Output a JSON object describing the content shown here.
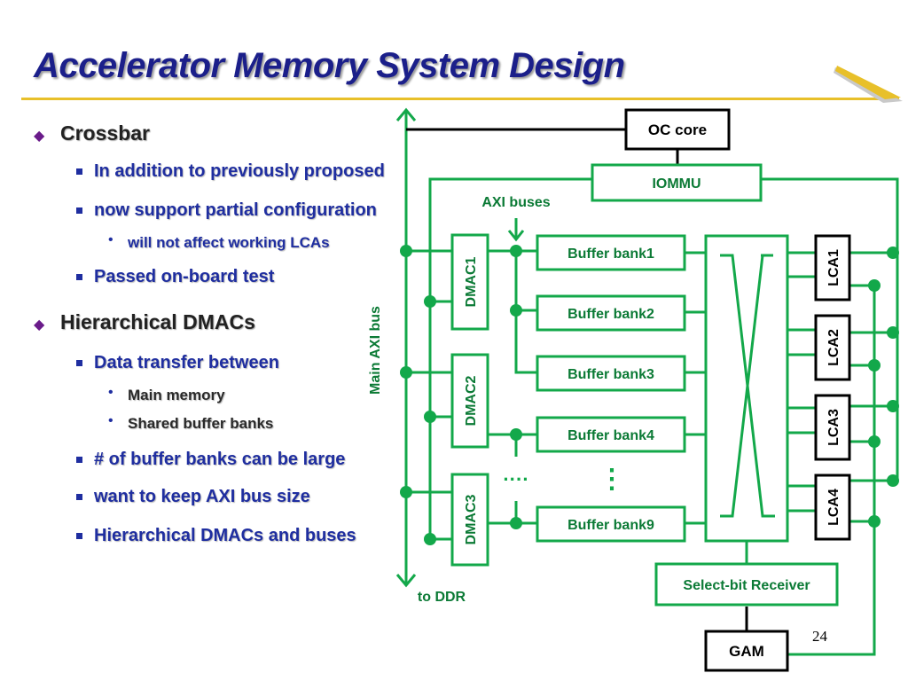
{
  "slide": {
    "title": "Accelerator Memory System Design",
    "page_number": "24"
  },
  "bullets": [
    {
      "level": 1,
      "text": "Crossbar"
    },
    {
      "level": 2,
      "text": "In addition to previously proposed"
    },
    {
      "level": 2,
      "text": "now support partial configuration"
    },
    {
      "level": 3,
      "text": "will not affect working LCAs"
    },
    {
      "level": 2,
      "text": "Passed on-board test"
    },
    {
      "level": 1,
      "text": "Hierarchical DMACs"
    },
    {
      "level": 2,
      "text": "Data transfer between"
    },
    {
      "level": 3,
      "text": "Main memory"
    },
    {
      "level": 3,
      "text": "Shared buffer banks"
    },
    {
      "level": 2,
      "text": "# of buffer banks can be large"
    },
    {
      "level": 2,
      "text": "want to keep AXI bus size"
    },
    {
      "level": 2,
      "text": "Hierarchical DMACs and buses"
    }
  ],
  "diagram": {
    "oc_core": "OC core",
    "iommu": "IOMMU",
    "axi_buses": "AXI buses",
    "main_axi_bus": "Main AXI bus",
    "to_ddr": "to DDR",
    "dmacs": [
      "DMAC1",
      "DMAC2",
      "DMAC3"
    ],
    "buffer_banks": [
      "Buffer bank1",
      "Buffer bank2",
      "Buffer bank3",
      "Buffer bank4",
      "Buffer bank9"
    ],
    "lcas": [
      "LCA1",
      "LCA2",
      "LCA3",
      "LCA4"
    ],
    "select_bit_receiver": "Select-bit Receiver",
    "gam": "GAM",
    "ellipsis_h": "····",
    "ellipsis_v": "⋮"
  },
  "colors": {
    "title": "#1b1f8a",
    "rule": "#e8c02a",
    "diagram_green": "#13a84a",
    "bullet_blue": "#1f2ea0",
    "bullet_marker_purple": "#6a1b8a"
  }
}
